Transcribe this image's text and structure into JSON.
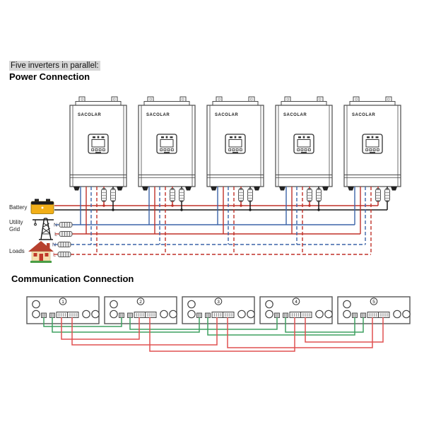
{
  "titles": {
    "subtitle": "Five inverters in parallel:",
    "power_section": "Power Connection",
    "comm_section": "Communication Connection"
  },
  "inverter": {
    "brand": "SACOLAR",
    "count": 5
  },
  "colors": {
    "outline": "#4a4a4a",
    "wire_red": "#c03028",
    "wire_blue": "#3c64a8",
    "wire_black": "#1a1a1a",
    "comm_green": "#3fa060",
    "comm_red": "#e05050",
    "battery_yellow": "#f2af17",
    "house_roof": "#b7402e",
    "house_wall": "#f4dfae",
    "house_grass": "#4a9e45"
  },
  "power_sources": [
    {
      "label": "Battery",
      "icon": "battery-icon",
      "lines": [
        {
          "label": "",
          "color": "#c03028",
          "dash": false
        },
        {
          "label": "",
          "color": "#1a1a1a",
          "dash": false
        }
      ]
    },
    {
      "label": "Utility Grid",
      "label_line2": "Grid",
      "label_line1": "Utility",
      "icon": "utility-tower-icon",
      "lines": [
        {
          "label": "N",
          "color": "#3c64a8",
          "dash": false,
          "label_color": "#333344"
        },
        {
          "label": "L",
          "color": "#c03028",
          "dash": false,
          "label_color": "#443333"
        }
      ]
    },
    {
      "label": "Loads",
      "icon": "house-icon",
      "lines": [
        {
          "label": "N",
          "color": "#3c64a8",
          "dash": true,
          "label_color": "#333355"
        },
        {
          "label": "L",
          "color": "#c03028",
          "dash": true,
          "label_color": "#993333"
        }
      ]
    }
  ],
  "comm_units": [
    "1",
    "2",
    "3",
    "4",
    "5"
  ],
  "comm_links": {
    "green": [
      [
        0,
        0,
        1,
        0,
        462
      ],
      [
        1,
        1,
        3,
        0,
        466
      ],
      [
        0,
        1,
        2,
        0,
        470
      ],
      [
        3,
        1,
        4,
        1,
        470
      ],
      [
        2,
        1,
        4,
        0,
        474
      ]
    ],
    "red": [
      [
        0,
        0,
        1,
        0,
        480
      ],
      [
        3,
        1,
        4,
        1,
        484
      ],
      [
        0,
        1,
        2,
        0,
        488
      ],
      [
        2,
        1,
        4,
        0,
        492
      ],
      [
        1,
        1,
        3,
        0,
        497
      ]
    ]
  }
}
